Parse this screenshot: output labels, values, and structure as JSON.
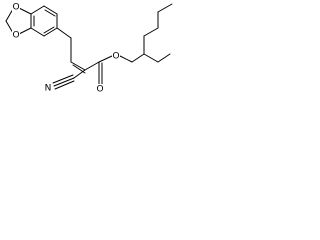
{
  "molecule": {
    "atoms": {
      "oxygen_top": "O",
      "oxygen_left": "O",
      "nitrogen": "N",
      "ester_oxygen": "O",
      "carbonyl_oxygen": "O"
    }
  }
}
